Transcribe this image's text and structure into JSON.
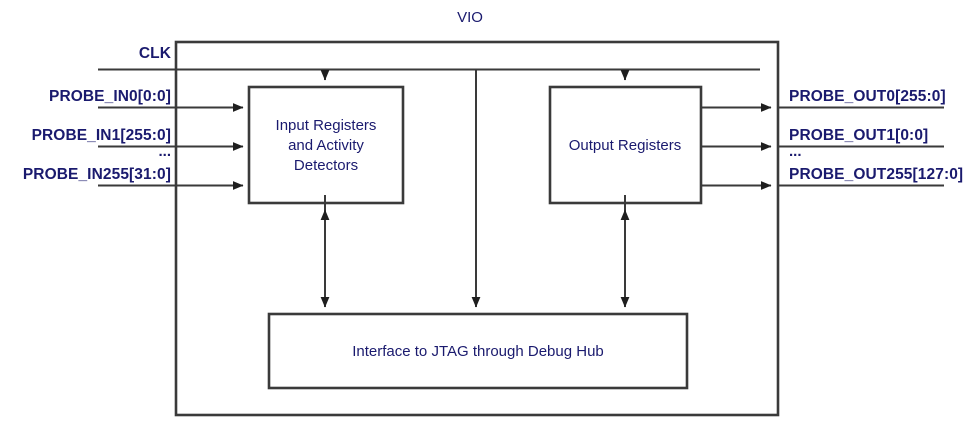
{
  "diagram": {
    "title": "VIO",
    "outer_block": {
      "name": "VIO",
      "label": "VIO"
    },
    "blocks": [
      {
        "id": "input-registers",
        "lines": [
          "Input Registers",
          "and Activity",
          "Detectors"
        ]
      },
      {
        "id": "output-registers",
        "lines": [
          "Output Registers"
        ]
      },
      {
        "id": "jtag-interface",
        "lines": [
          "Interface to JTAG through Debug Hub"
        ]
      }
    ],
    "clock": {
      "label": "CLK"
    },
    "inputs": {
      "ellipsis": "...",
      "ports": [
        {
          "label": "PROBE_IN0[0:0]"
        },
        {
          "label": "PROBE_IN1[255:0]"
        },
        {
          "label": "PROBE_IN255[31:0]"
        }
      ]
    },
    "outputs": {
      "ellipsis": "...",
      "ports": [
        {
          "label": "PROBE_OUT0[255:0]"
        },
        {
          "label": "PROBE_OUT1[0:0]"
        },
        {
          "label": "PROBE_OUT255[127:0]"
        }
      ]
    },
    "colors": {
      "text": "#1a1a6e",
      "line": "#3a3a3a",
      "background": "#ffffff"
    }
  }
}
